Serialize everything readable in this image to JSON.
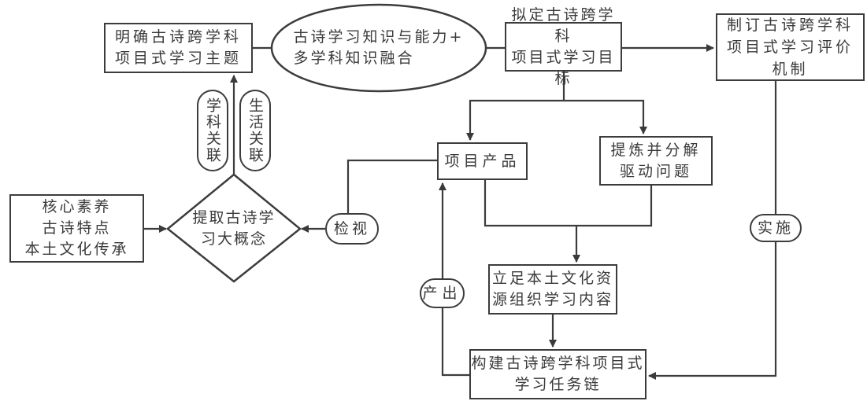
{
  "nodes": {
    "theme": "明确古诗跨学科\n项目式学习主题",
    "fusion": "古诗学习知识与能力+\n多学科知识融合",
    "goals": "拟定古诗跨学科\n项目式学习目标",
    "evaluation": "制订古诗跨学科\n项目式学习评价\n机制",
    "big_concept": "提取古诗学\n习大概念",
    "inputs": "核心素养\n古诗特点\n本土文化传承",
    "product": "项目产品",
    "driving_question": "提炼并分解\n驱动问题",
    "content": "立足本土文化资\n源组织学习内容",
    "task_chain": "构建古诗跨学科项目式\n学习任务链"
  },
  "labels": {
    "subject_link": "学科关联",
    "life_link": "生活关联",
    "review": "检视",
    "implement": "实施",
    "output": "产出"
  }
}
